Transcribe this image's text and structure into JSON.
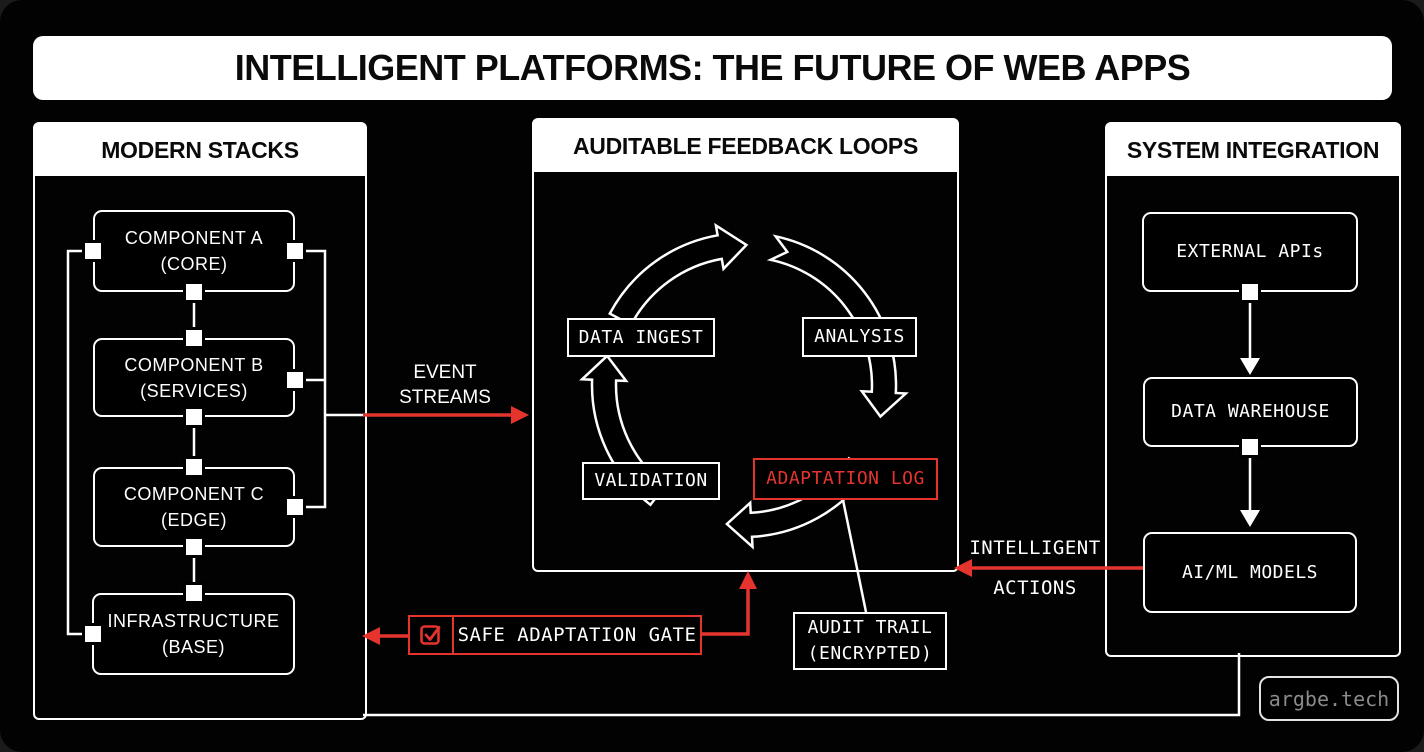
{
  "title": "INTELLIGENT PLATFORMS: THE FUTURE OF WEB APPS",
  "panels": {
    "modern_stacks": {
      "title": "MODERN STACKS",
      "boxes": [
        {
          "line1": "COMPONENT A",
          "line2": "(CORE)"
        },
        {
          "line1": "COMPONENT B",
          "line2": "(SERVICES)"
        },
        {
          "line1": "COMPONENT C",
          "line2": "(EDGE)"
        },
        {
          "line1": "INFRASTRUCTURE",
          "line2": "(BASE)"
        }
      ]
    },
    "feedback_loops": {
      "title": "AUDITABLE FEEDBACK LOOPS",
      "cycle": [
        "DATA INGEST",
        "ANALYSIS",
        "ADAPTATION LOG",
        "VALIDATION"
      ],
      "data_ingest": "DATA INGEST",
      "analysis": "ANALYSIS",
      "validation": "VALIDATION",
      "adaptation_log": "ADAPTATION LOG"
    },
    "system_integration": {
      "title": "SYSTEM INTEGRATION",
      "external_apis": "EXTERNAL APIs",
      "data_warehouse": "DATA WAREHOUSE",
      "ai_ml_models": "AI/ML MODELS"
    }
  },
  "labels": {
    "event_streams_line1": "EVENT",
    "event_streams_line2": "STREAMS",
    "intelligent_actions_line1": "INTELLIGENT",
    "intelligent_actions_line2": "ACTIONS",
    "safe_adaptation_gate": "SAFE ADAPTATION GATE",
    "audit_trail_line1": "AUDIT TRAIL",
    "audit_trail_line2": "(ENCRYPTED)",
    "watermark": "argbe.tech"
  },
  "icons": {
    "safe_gate_icon": "checkbox-checked-icon"
  },
  "colors": {
    "accent_red": "#e5342e",
    "line_white": "#ffffff",
    "canvas_black": "#020202",
    "header_white": "#ffffff",
    "watermark_text": "#8a8a8a"
  }
}
